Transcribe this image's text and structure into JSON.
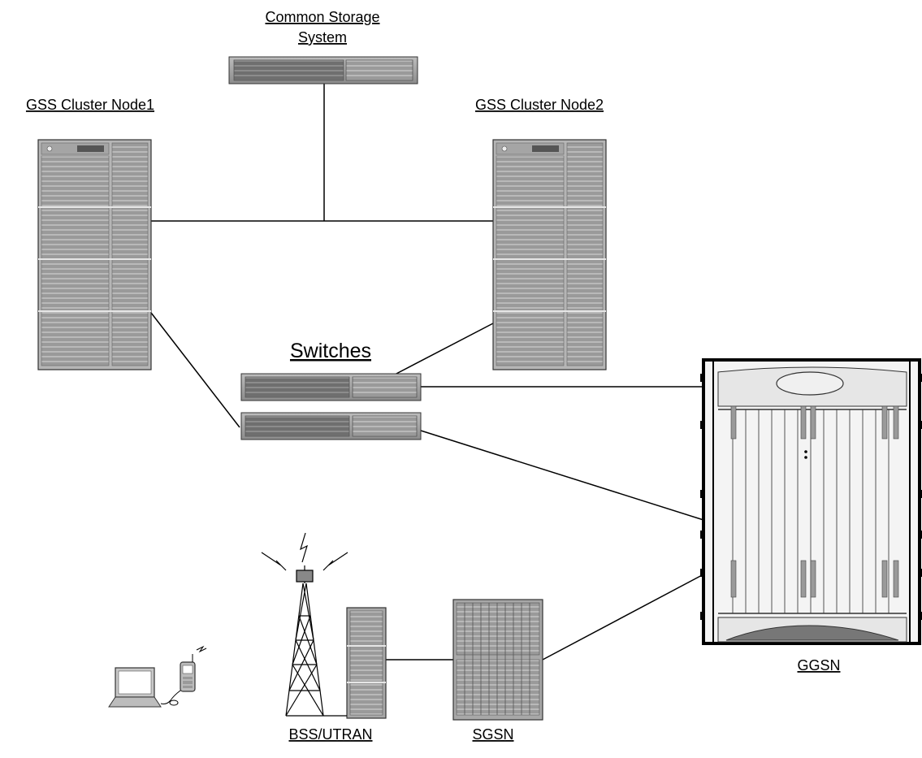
{
  "labels": {
    "storage_line1": "Common Storage",
    "storage_line2": "System",
    "node1": "GSS Cluster Node1",
    "node2": "GSS Cluster Node2",
    "switches": "Switches",
    "ggsn": "GGSN",
    "sgsn": "SGSN",
    "bss": "BSS/UTRAN"
  },
  "icons": {
    "storage": "storage-array-icon",
    "server": "server-rack-icon",
    "switch": "network-switch-icon",
    "ggsn": "ggsn-chassis-icon",
    "sgsn": "sgsn-cabinet-icon",
    "bss": "bss-cabinet-icon",
    "tower": "cell-tower-icon",
    "laptop": "laptop-icon",
    "phone": "mobile-phone-icon"
  }
}
